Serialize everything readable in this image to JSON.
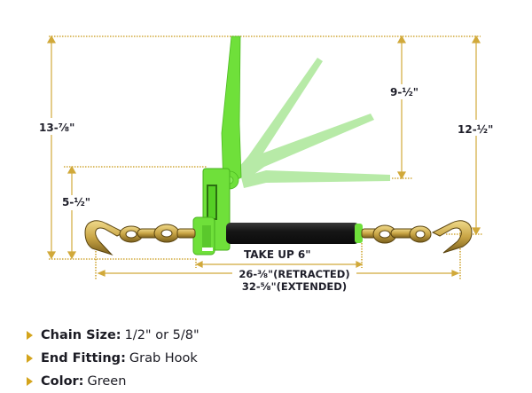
{
  "diagram": {
    "subject": "ratchet binder with grab hooks",
    "colors": {
      "dimension_line": "#d1a93a",
      "binder_green": "#6fe03a",
      "handle_ghost": "#9fe38a",
      "tube_black": "#1b1b1b",
      "hook_gold": "#c9a545",
      "text": "#1f1f2a",
      "bullet": "#d4a41c"
    },
    "dimensions": {
      "overall_height": "13-⅞\"",
      "handle_sweep": "9-½\"",
      "right_height": "12-½\"",
      "body_height": "5-½\"",
      "take_up": "TAKE UP  6\"",
      "length_retracted": "26-⅜\"(RETRACTED)",
      "length_extended": "32-⅝\"(EXTENDED)"
    }
  },
  "specs": [
    {
      "key": "Chain Size:",
      "value": "1/2\" or 5/8\"",
      "icon": "triangle-bullet-icon"
    },
    {
      "key": "End Fitting:",
      "value": "Grab Hook",
      "icon": "triangle-bullet-icon"
    },
    {
      "key": "Color:",
      "value": "Green",
      "icon": "triangle-bullet-icon"
    }
  ]
}
